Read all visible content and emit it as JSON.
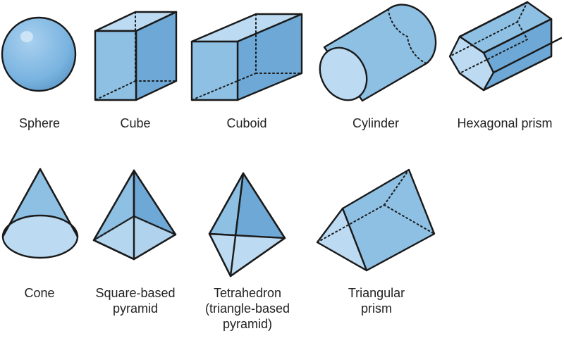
{
  "colors": {
    "face_light": "#bcdaf1",
    "face_mid": "#8ec0e4",
    "face_dark": "#6ea8d6",
    "outline": "#1a1a1a"
  },
  "shapes": [
    {
      "id": "sphere",
      "label": "Sphere"
    },
    {
      "id": "cube",
      "label": "Cube"
    },
    {
      "id": "cuboid",
      "label": "Cuboid"
    },
    {
      "id": "cylinder",
      "label": "Cylinder"
    },
    {
      "id": "hexagonal-prism",
      "label": "Hexagonal prism"
    },
    {
      "id": "cone",
      "label": "Cone"
    },
    {
      "id": "square-based-pyramid",
      "label": "Square-based\npyramid"
    },
    {
      "id": "tetrahedron",
      "label": "Tetrahedron\n(triangle-based\npyramid)"
    },
    {
      "id": "triangular-prism",
      "label": "Triangular\nprism"
    }
  ]
}
